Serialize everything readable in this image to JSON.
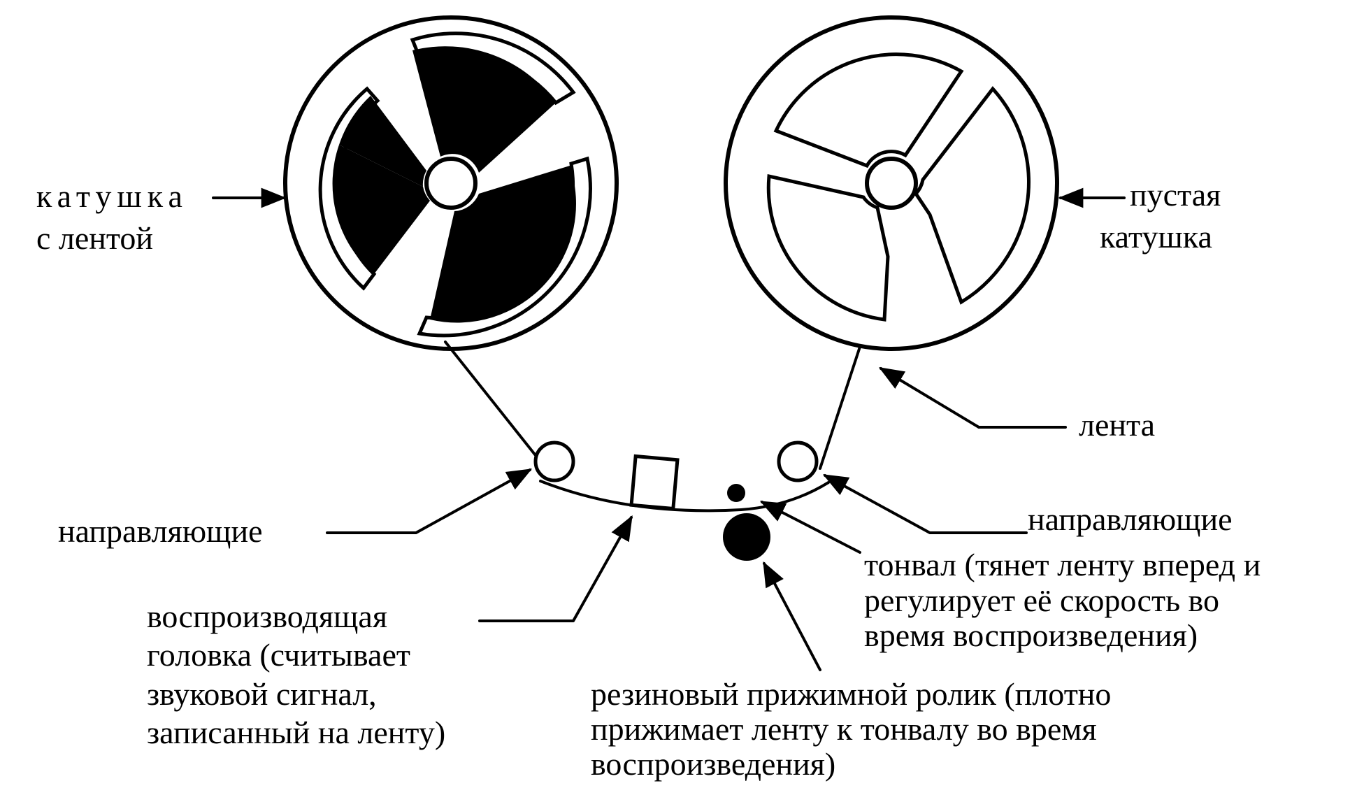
{
  "labels": {
    "full_reel": [
      "катушка",
      "с лентой"
    ],
    "empty_reel": [
      "пустая",
      "катушка"
    ],
    "tape": "лента",
    "guides_left": "направляющие",
    "guides_right": "направляющие",
    "capstan": [
      "тонвал (тянет ленту вперед и",
      "регулирует её скорость во",
      "время воспроизведения)"
    ],
    "playback_head": [
      "воспроизводящая",
      "головка (считывает",
      "звуковой сигнал,",
      "записанный на ленту)"
    ],
    "pinch_roller": [
      "резиновый прижимной ролик (плотно",
      "прижимает ленту к тонвалу во время",
      "воспроизведения)"
    ]
  }
}
